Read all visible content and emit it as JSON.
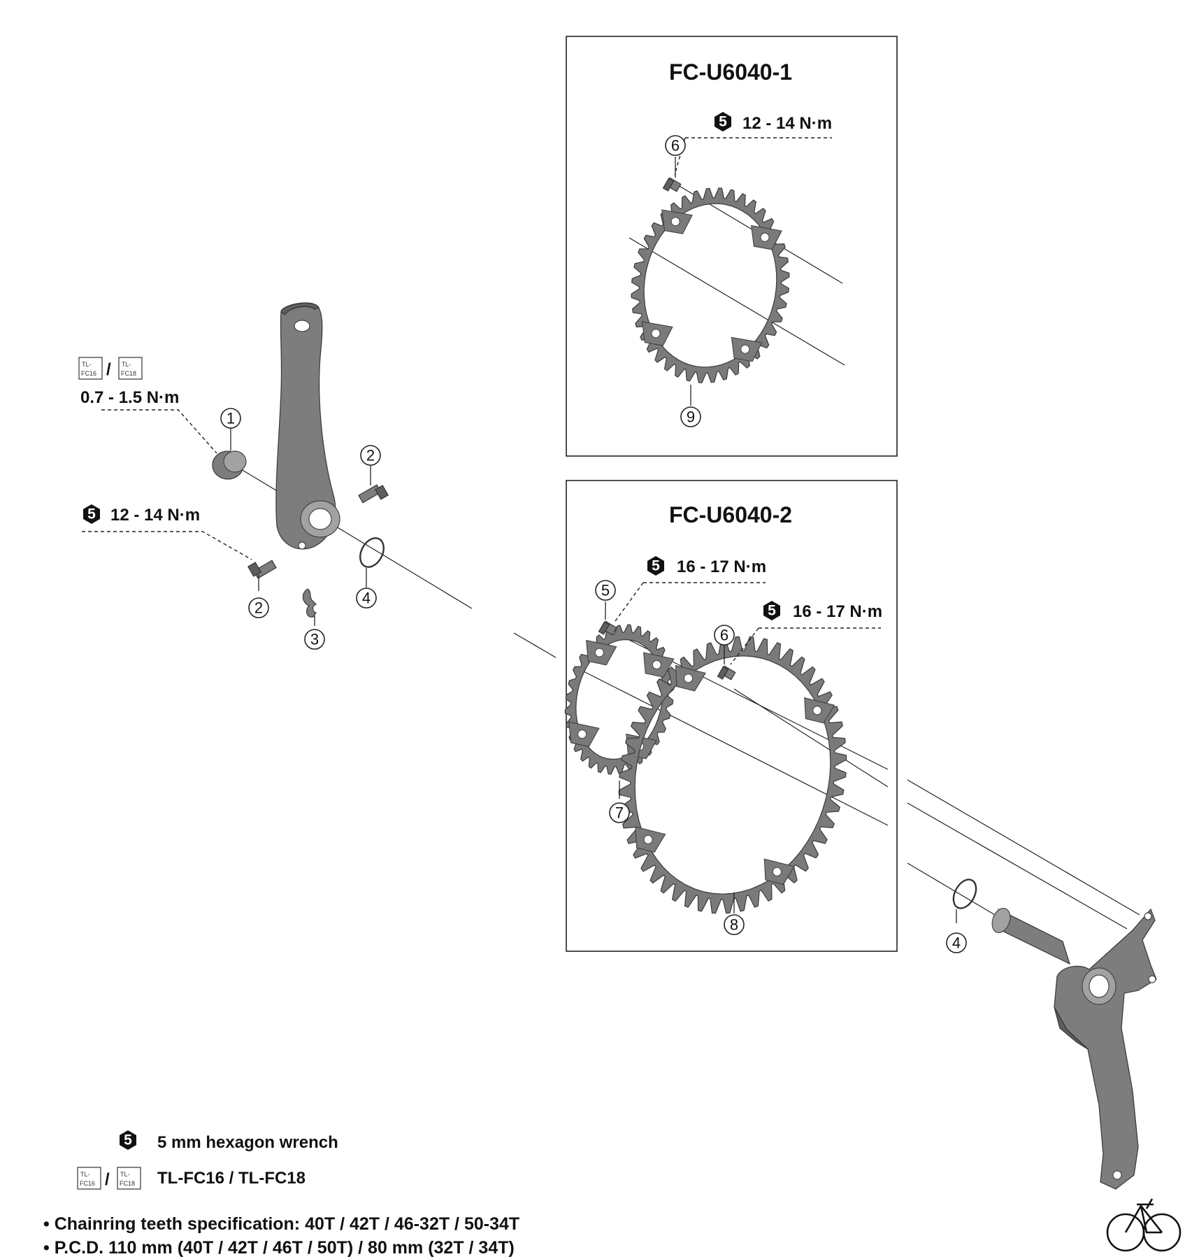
{
  "panels": {
    "top_title": "FC-U6040-1",
    "bottom_title": "FC-U6040-2"
  },
  "torques": {
    "cap": "0.7 - 1.5 N·m",
    "crank_bolt": "12 - 14 N·m",
    "top_ring_bolt": "12 - 14 N·m",
    "inner_bolt": "16 - 17 N·m",
    "outer_bolt": "16 - 17 N·m"
  },
  "tool_badge": "5",
  "tool_icons": {
    "left_top": "TL-",
    "left_bottom": "FC16",
    "right_top": "TL-",
    "right_bottom": "FC18",
    "slash": "/"
  },
  "callouts": [
    "1",
    "2",
    "2",
    "3",
    "4",
    "4",
    "5",
    "6",
    "6",
    "7",
    "8",
    "9"
  ],
  "legend": {
    "wrench": "5 mm hexagon wrench",
    "tools": "TL-FC16 / TL-FC18"
  },
  "specs": [
    "• Chainring teeth specification: 40T / 42T / 46-32T / 50-34T",
    "• P.C.D. 110 mm (40T / 42T / 46T / 50T) / 80 mm (32T / 34T)"
  ],
  "logo_icon": "bicycle-icon"
}
